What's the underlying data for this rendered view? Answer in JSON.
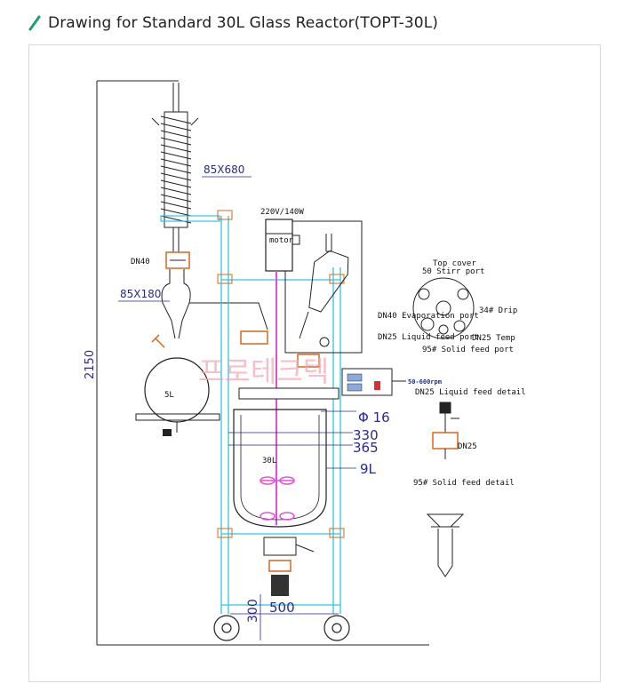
{
  "page": {
    "title": "Drawing  for Standard 30L Glass Reactor(TOPT-30L)",
    "accent_color": "#1aa06a",
    "header_icon": "slash-icon"
  },
  "drawing": {
    "condenser_size": "85X680",
    "flange_top": "DN40",
    "flask_neck_size": "85X180",
    "receiver_volume": "5L",
    "motor_spec": "220V/140W",
    "motor_label": "motor",
    "speed_range": "50-600rpm",
    "vessel_volume": "30L",
    "jacket_volume": "9L",
    "dim_rod": "Φ 16",
    "dim_inner": "330",
    "dim_outer": "365",
    "dim_height_total": "2150",
    "dim_base_height": "300",
    "dim_base_width": "500",
    "watermark": "프로테크텍",
    "top_cover": {
      "title": "Top cover",
      "stirr_port": "50 Stirr port",
      "evaporation_port": "DN40 Evaporation port",
      "drip": "34# Drip",
      "liquid_feed_port": "DN25 Liquid feed port",
      "temp": "DN25 Temp",
      "solid_feed_port": "95# Solid feed port"
    },
    "liquid_detail": {
      "title": "DN25 Liquid feed detail",
      "flange": "DN25"
    },
    "solid_detail": {
      "title": "95# Solid feed detail"
    }
  }
}
